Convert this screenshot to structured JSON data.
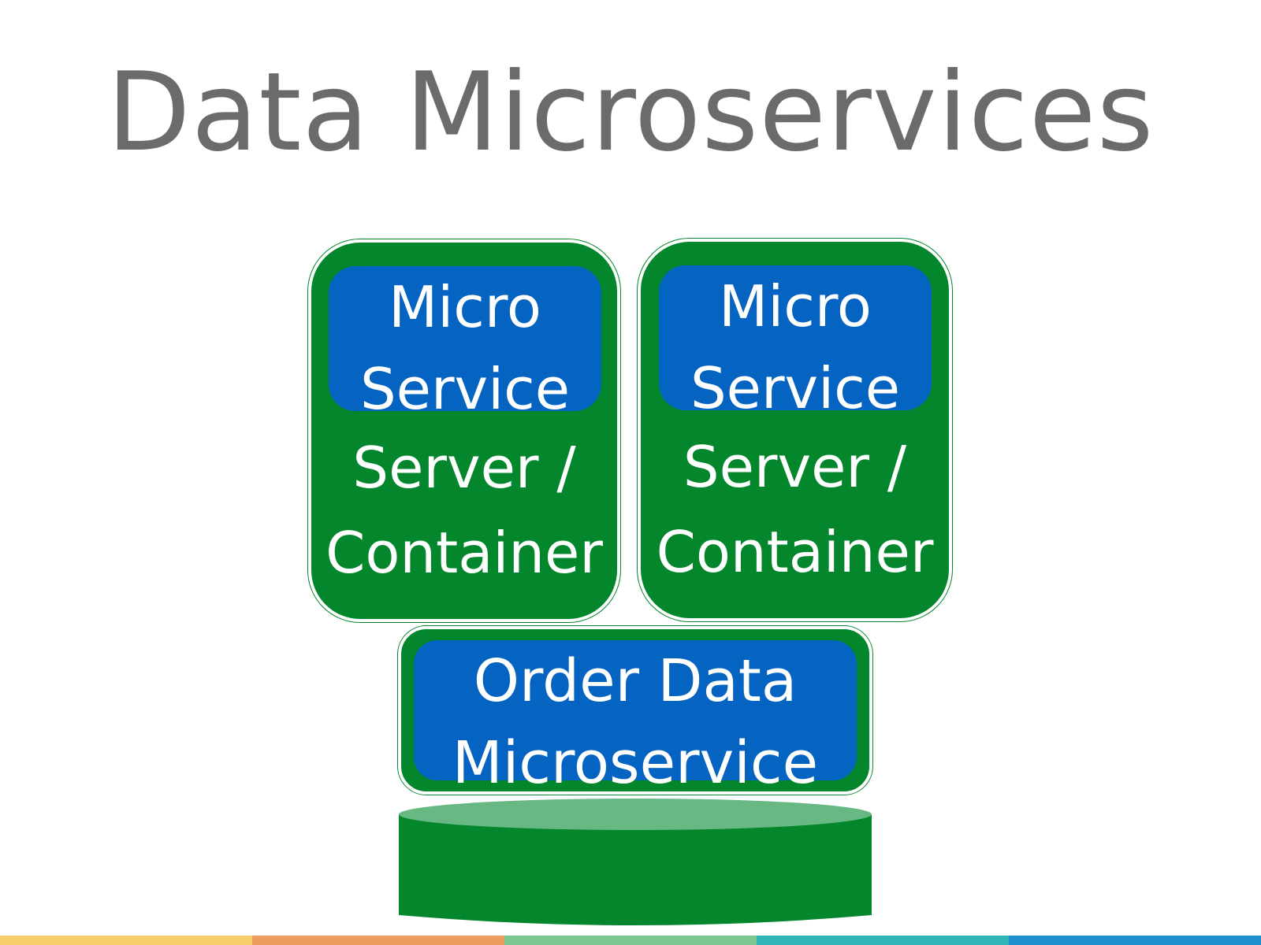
{
  "title": "Data Microservices",
  "servers": [
    {
      "service_lines": [
        "Micro",
        "Service"
      ],
      "container_lines": [
        "Server /",
        "Container"
      ]
    },
    {
      "service_lines": [
        "Micro",
        "Service"
      ],
      "container_lines": [
        "Server /",
        "Container"
      ]
    }
  ],
  "data_service": {
    "lines": [
      "Order Data",
      "Microservice"
    ]
  },
  "colors": {
    "title": "#6b6b6b",
    "container_green": "#04862c",
    "service_blue": "#0563c1",
    "database_top": "#68b884",
    "database_body": "#04862c"
  },
  "bottom_bar_colors": [
    "#f7cd6b",
    "#ef9d5f",
    "#7dc591",
    "#2fb5b8",
    "#1e8fcd"
  ]
}
